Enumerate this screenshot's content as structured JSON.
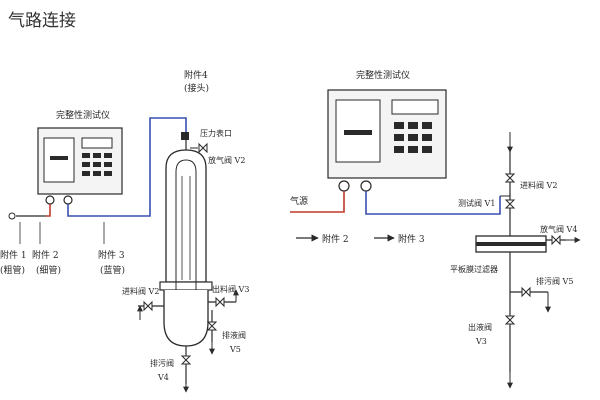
{
  "page": {
    "title": "气路连接"
  },
  "left": {
    "instrument": "完整性测试仪",
    "a4_line1": "附件4",
    "a4_line2": "(接头)",
    "pressure_gauge_port": "压力表口",
    "vent_valve": "放气阀 V2",
    "a1_line1": "附件 1",
    "a1_line2": "(粗管)",
    "a2_line1": "附件 2",
    "a2_line2": "(细管)",
    "a3_line1": "附件 3",
    "a3_line2": "(蓝管)",
    "inlet_valve": "进料阀 V2",
    "outlet_valve": "出料阀 V3",
    "drain_valve": "排液阀",
    "drain_valve_id": "V5",
    "waste_valve": "排污阀",
    "waste_valve_id": "V4"
  },
  "right": {
    "instrument": "完整性测试仪",
    "gas_source": "气源",
    "a2": "附件 2",
    "a3": "附件 3",
    "test_valve": "测试阀 V1",
    "inlet_valve": "进料阀 V2",
    "vent_valve": "放气阀 V4",
    "waste_valve": "排污阀 V5",
    "flat_filter": "平板膜过滤器",
    "outlet_valve": "出液阀",
    "outlet_valve_id": "V3"
  },
  "colors": {
    "line": "#2a2a2a",
    "blue_pipe": "#3a4fb0",
    "red_pipe": "#c0392b",
    "panel": "#f4f4f4"
  }
}
